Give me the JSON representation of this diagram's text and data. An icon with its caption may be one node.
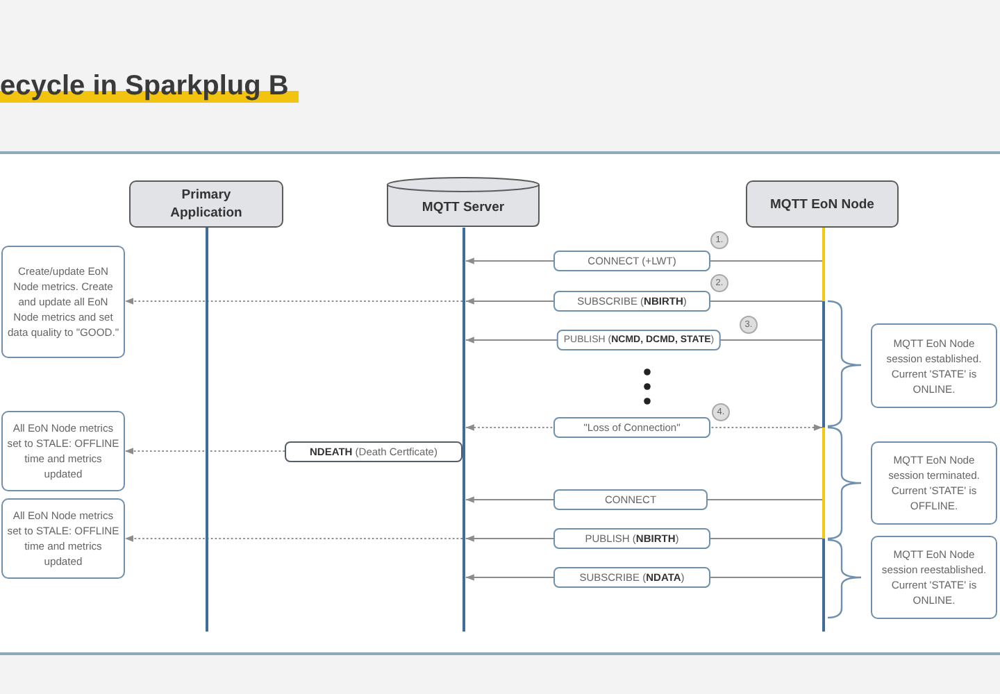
{
  "diagram": {
    "title": "ecycle in Sparkplug B",
    "nodes": [
      {
        "text": [
          "Primary Application"
        ]
      },
      {
        "text": [
          "MQTT Server"
        ]
      },
      {
        "text": [
          "MQTT EoN Node"
        ]
      },
      {
        "text": [],
        "shape": "bar"
      },
      {
        "text": [],
        "shape": "bar"
      },
      {
        "text": [],
        "shape": "bar"
      },
      {
        "text": [
          "Create/update EoN Node metrics. Create and update all EoN Node metrics and set data quality to \"GOOD.\""
        ]
      },
      {
        "text": [
          "MQTT EoN Node session established. Current 'STATE' is ONLINE."
        ]
      },
      {
        "text": [
          "All EoN Node metrics set to STALE: OFFLINE time and metrics updated"
        ]
      },
      {
        "text": [
          "MQTT EoN Node session terminated. Current 'STATE' is OFFLINE."
        ]
      },
      {
        "text": [
          "**NDEATH** (Death Certficate)"
        ]
      },
      {
        "text": [
          "All EoN Node metrics set to STALE: OFFLINE time and metrics updated"
        ]
      },
      {
        "text": [
          "MQTT EoN Node session reestablished. Current 'STATE' is ONLINE."
        ]
      }
    ],
    "edges": [
      {
        "from": 5,
        "to": 4,
        "arrow": "to",
        "label": "CONNECT (+LWT)"
      },
      {
        "from": 5,
        "to": 4,
        "arrow": "to",
        "label": "SUBSCRIBE (**NBIRTH**)"
      },
      {
        "from": 4,
        "to": 6,
        "arrow": "to",
        "style": "dashed"
      },
      {
        "from": 5,
        "to": 4,
        "arrow": "to",
        "label": "PUBLISH (**NCMD, DCMD, STATE**)"
      },
      {
        "from": 4,
        "to": 5,
        "arrow": "both",
        "label": "\"Loss of Connection\"",
        "style": "dashed"
      },
      {
        "from": 10,
        "to": 8,
        "arrow": "to",
        "style": "dashed"
      },
      {
        "from": 5,
        "to": 4,
        "arrow": "to",
        "label": "CONNECT"
      },
      {
        "from": 5,
        "to": 4,
        "arrow": "to",
        "label": "PUBLISH (**NBIRTH**)"
      },
      {
        "from": 4,
        "to": 11,
        "arrow": "to",
        "style": "dashed"
      },
      {
        "from": 5,
        "to": 4,
        "arrow": "to",
        "label": "SUBSCRIBE (**NDATA**)"
      }
    ],
    "labels": [
      "1.",
      "2.",
      "3.",
      "4."
    ]
  }
}
